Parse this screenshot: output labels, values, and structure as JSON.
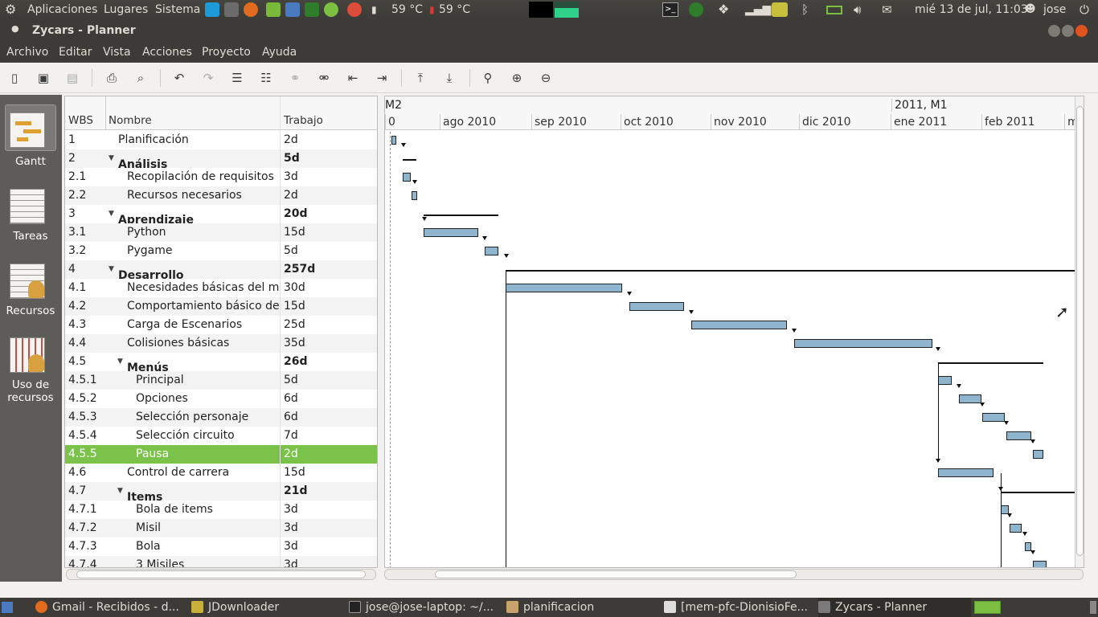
{
  "topbar": {
    "menus": [
      "Aplicaciones",
      "Lugares",
      "Sistema"
    ],
    "temp1": "59 °C",
    "temp2": "59 °C",
    "clock": "mié 13 de jul, 11:03",
    "user": "jose"
  },
  "window": {
    "title": "Zycars - Planner"
  },
  "menubar": [
    "Archivo",
    "Editar",
    "Vista",
    "Acciones",
    "Proyecto",
    "Ayuda"
  ],
  "sidebar": [
    "Gantt",
    "Tareas",
    "Recursos",
    "Uso de recursos"
  ],
  "table": {
    "headers": [
      "WBS",
      "Nombre",
      "Trabajo"
    ],
    "rows": [
      {
        "wbs": "1",
        "name": "Planificación",
        "work": "2d",
        "level": 0,
        "bold": false
      },
      {
        "wbs": "2",
        "name": "Análisis",
        "work": "5d",
        "level": 0,
        "bold": true
      },
      {
        "wbs": "2.1",
        "name": "Recopilación de requisitos",
        "work": "3d",
        "level": 1,
        "bold": false
      },
      {
        "wbs": "2.2",
        "name": "Recursos necesarios",
        "work": "2d",
        "level": 1,
        "bold": false
      },
      {
        "wbs": "3",
        "name": "Aprendizaje",
        "work": "20d",
        "level": 0,
        "bold": true
      },
      {
        "wbs": "3.1",
        "name": "Python",
        "work": "15d",
        "level": 1,
        "bold": false
      },
      {
        "wbs": "3.2",
        "name": "Pygame",
        "work": "5d",
        "level": 1,
        "bold": false
      },
      {
        "wbs": "4",
        "name": "Desarrollo",
        "work": "257d",
        "level": 0,
        "bold": true
      },
      {
        "wbs": "4.1",
        "name": "Necesidades básicas del mot",
        "work": "30d",
        "level": 1,
        "bold": false
      },
      {
        "wbs": "4.2",
        "name": "Comportamiento básico del",
        "work": "15d",
        "level": 1,
        "bold": false
      },
      {
        "wbs": "4.3",
        "name": "Carga de Escenarios",
        "work": "25d",
        "level": 1,
        "bold": false
      },
      {
        "wbs": "4.4",
        "name": "Colisiones básicas",
        "work": "35d",
        "level": 1,
        "bold": false
      },
      {
        "wbs": "4.5",
        "name": "Menús",
        "work": "26d",
        "level": 1,
        "bold": true
      },
      {
        "wbs": "4.5.1",
        "name": "Principal",
        "work": "5d",
        "level": 2,
        "bold": false
      },
      {
        "wbs": "4.5.2",
        "name": "Opciones",
        "work": "6d",
        "level": 2,
        "bold": false
      },
      {
        "wbs": "4.5.3",
        "name": "Selección personaje",
        "work": "6d",
        "level": 2,
        "bold": false
      },
      {
        "wbs": "4.5.4",
        "name": "Selección circuito",
        "work": "7d",
        "level": 2,
        "bold": false
      },
      {
        "wbs": "4.5.5",
        "name": "Pausa",
        "work": "2d",
        "level": 2,
        "bold": false,
        "selected": true
      },
      {
        "wbs": "4.6",
        "name": "Control de carrera",
        "work": "15d",
        "level": 1,
        "bold": false
      },
      {
        "wbs": "4.7",
        "name": "Items",
        "work": "21d",
        "level": 1,
        "bold": true
      },
      {
        "wbs": "4.7.1",
        "name": "Bola de items",
        "work": "3d",
        "level": 2,
        "bold": false
      },
      {
        "wbs": "4.7.2",
        "name": "Misil",
        "work": "3d",
        "level": 2,
        "bold": false
      },
      {
        "wbs": "4.7.3",
        "name": "Bola",
        "work": "3d",
        "level": 2,
        "bold": false
      },
      {
        "wbs": "4.7.4",
        "name": "3 Misiles",
        "work": "3d",
        "level": 2,
        "bold": false
      }
    ]
  },
  "gantt": {
    "top_labels": [
      "M2",
      "2011, M1"
    ],
    "months": [
      "0",
      "ago 2010",
      "sep 2010",
      "oct 2010",
      "nov 2010",
      "dic 2010",
      "ene 2011",
      "feb 2011",
      "ma"
    ]
  },
  "taskbar": [
    "Gmail - Recibidos - d...",
    "JDownloader",
    "jose@jose-laptop: ~/...",
    "planificacion",
    "[mem-pfc-DionisioFe...",
    "Zycars - Planner"
  ],
  "colors": {
    "selected_row": "#7bc24a",
    "bar_fill": "#8fb4ce",
    "panel_dark": "#3c3b37"
  }
}
